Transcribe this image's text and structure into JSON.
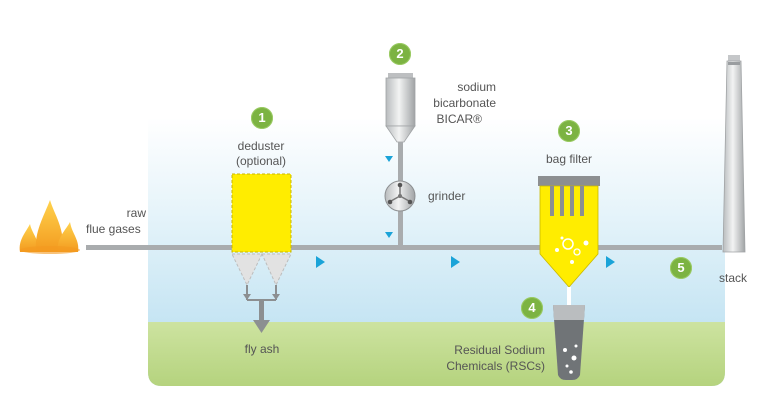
{
  "labels": {
    "raw_line1": "raw",
    "raw_line2": "flue gases",
    "deduster_line1": "deduster",
    "deduster_line2": "(optional)",
    "sodium_line1": "sodium",
    "sodium_line2": "bicarbonate",
    "sodium_line3": "BICAR®",
    "grinder": "grinder",
    "bag_filter": "bag filter",
    "fly_ash": "fly ash",
    "residual_line1": "Residual Sodium",
    "residual_line2": "Chemicals (RSCs)",
    "stack": "stack"
  },
  "badges": {
    "deduster": "1",
    "sodium": "2",
    "bag_filter": "3",
    "residual": "4",
    "stack": "5"
  },
  "colors": {
    "sky_top": "#ffffff",
    "sky_bottom": "#b9e0f1",
    "ground": "#bfd98a",
    "pipe": "#a9acae",
    "flame": "#f6a623",
    "deduster": "#ffed00",
    "badge": "#7cb342",
    "arrow": "#1aa3d8"
  }
}
